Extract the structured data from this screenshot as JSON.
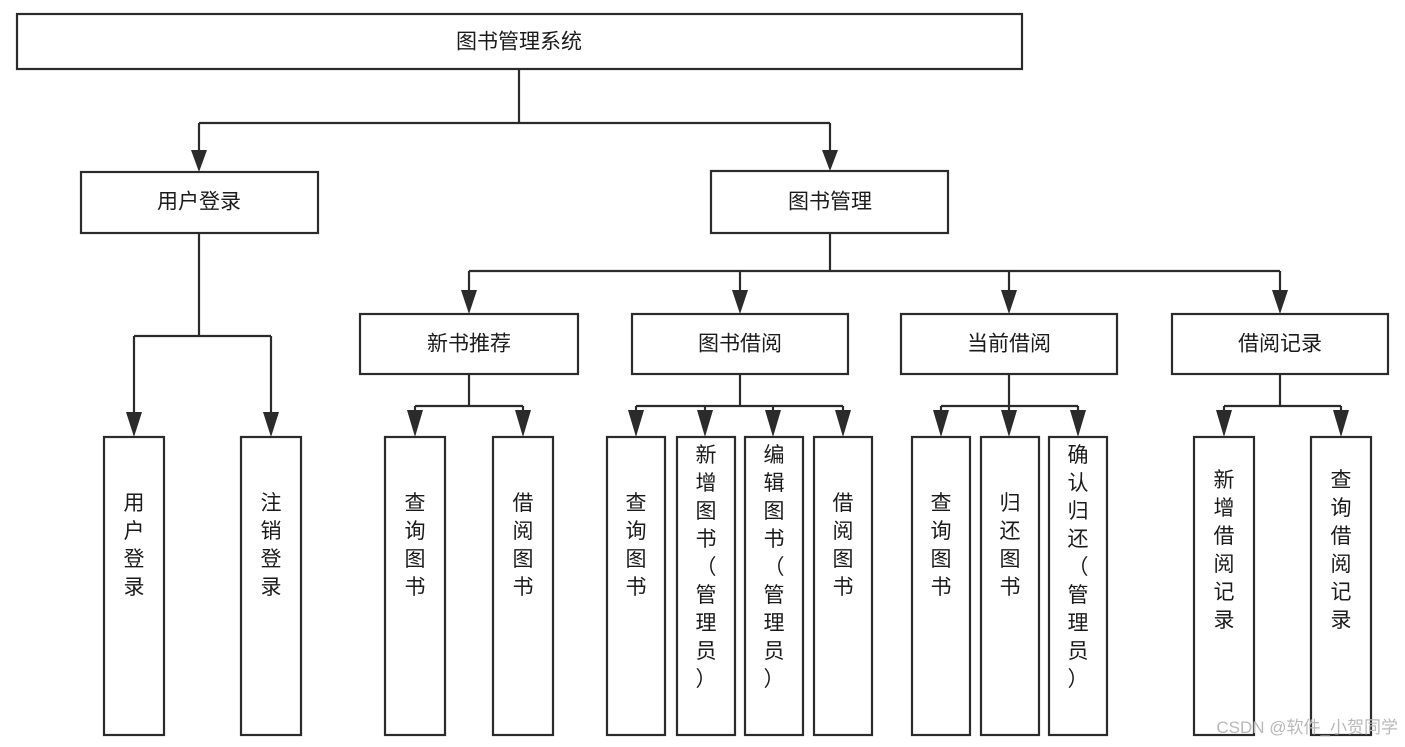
{
  "diagram": {
    "title": "图书管理系统",
    "type": "tree-hierarchy-chart",
    "root": {
      "label": "图书管理系统"
    },
    "level2": [
      {
        "label": "用户登录"
      },
      {
        "label": "图书管理"
      }
    ],
    "level3": [
      {
        "label": "新书推荐"
      },
      {
        "label": "图书借阅"
      },
      {
        "label": "当前借阅"
      },
      {
        "label": "借阅记录"
      }
    ],
    "leaves_user_login": [
      {
        "label": "用户登录"
      },
      {
        "label": "注销登录"
      }
    ],
    "leaves_new_book": [
      {
        "label": "查询图书"
      },
      {
        "label": "借阅图书"
      }
    ],
    "leaves_book_borrow": [
      {
        "label": "查询图书"
      },
      {
        "label": "新增图书（管理员）"
      },
      {
        "label": "编辑图书（管理员）"
      },
      {
        "label": "借阅图书"
      }
    ],
    "leaves_current_borrow": [
      {
        "label": "查询图书"
      },
      {
        "label": "归还图书"
      },
      {
        "label": "确认归还（管理员）"
      }
    ],
    "leaves_borrow_record": [
      {
        "label": "新增借阅记录"
      },
      {
        "label": "查询借阅记录"
      }
    ]
  },
  "watermark": {
    "text": "CSDN @软件_小贺同学"
  },
  "colors": {
    "stroke": "#2b2b2b",
    "fill": "#ffffff",
    "text": "#1b1b1b",
    "watermark": "#b9b9b9"
  }
}
